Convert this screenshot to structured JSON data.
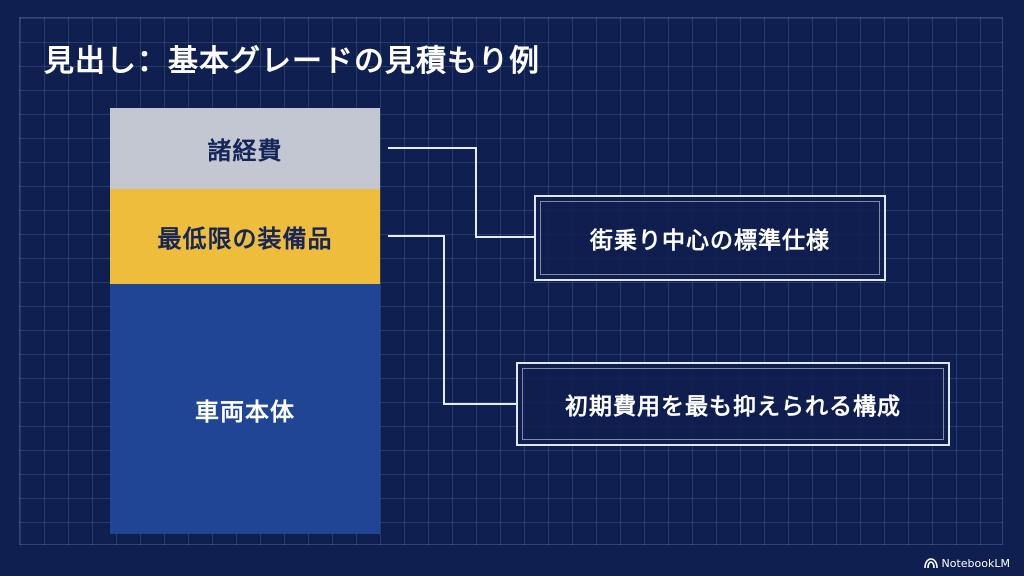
{
  "title": "見出し：基本グレードの見積もり例",
  "stack": {
    "segments": {
      "expenses": "諸経費",
      "equipment": "最低限の装備品",
      "body": "車両本体"
    }
  },
  "callouts": {
    "standard_spec": "街乗り中心の標準仕様",
    "minimum_cost": "初期費用を最も抑えられる構成"
  },
  "watermark": "NotebookLM",
  "colors": {
    "background": "#0f1f4f",
    "expenses": "#c3c7d2",
    "equipment": "#edbd3b",
    "body": "#1f4594",
    "text_dark": "#16255a"
  }
}
